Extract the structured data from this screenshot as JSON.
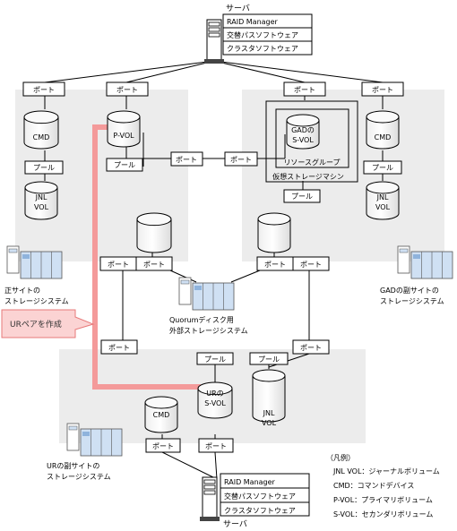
{
  "servers": {
    "top": {
      "label": "サーバ",
      "software": [
        "RAID Manager",
        "交替パスソフトウェア",
        "クラスタソフトウェア"
      ]
    },
    "bottom": {
      "label": "サーバ",
      "software": [
        "RAID Manager",
        "交替パスソフトウェア",
        "クラスタソフトウェア"
      ]
    }
  },
  "port_label": "ポート",
  "pool_label": "プール",
  "volumes": {
    "cmd": "CMD",
    "pvol": "P-VOL",
    "jnl_line1": "JNL",
    "jnl_line2": "VOL",
    "gad_svol_line1": "GADの",
    "gad_svol_line2": "S-VOL",
    "ur_svol_line1": "URの",
    "ur_svol_line2": "S-VOL"
  },
  "resource_group": "リソースグループ",
  "virtual_storage": "仮想ストレージマシン",
  "systems": {
    "primary": [
      "正サイトの",
      "ストレージシステム"
    ],
    "gad_secondary": [
      "GADの副サイトの",
      "ストレージシステム"
    ],
    "quorum": [
      "Quorumディスク用",
      "外部ストレージシステム"
    ],
    "ur_secondary": [
      "URの副サイトの",
      "ストレージシステム"
    ]
  },
  "ur_pair_callout": "URペアを作成",
  "legend": {
    "title": "（凡例）",
    "items": [
      "JNL VOL：ジャーナルボリューム",
      "CMD：コマンドデバイス",
      "P-VOL：プライマリボリューム",
      "S-VOL：セカンダリボリューム"
    ]
  },
  "colors": {
    "panel": "#ececec",
    "highlight": "#f49a9a",
    "callout_fill": "#fbd3d3",
    "callout_border": "#e77a7a",
    "storage_blue": "#cfe0f3"
  }
}
